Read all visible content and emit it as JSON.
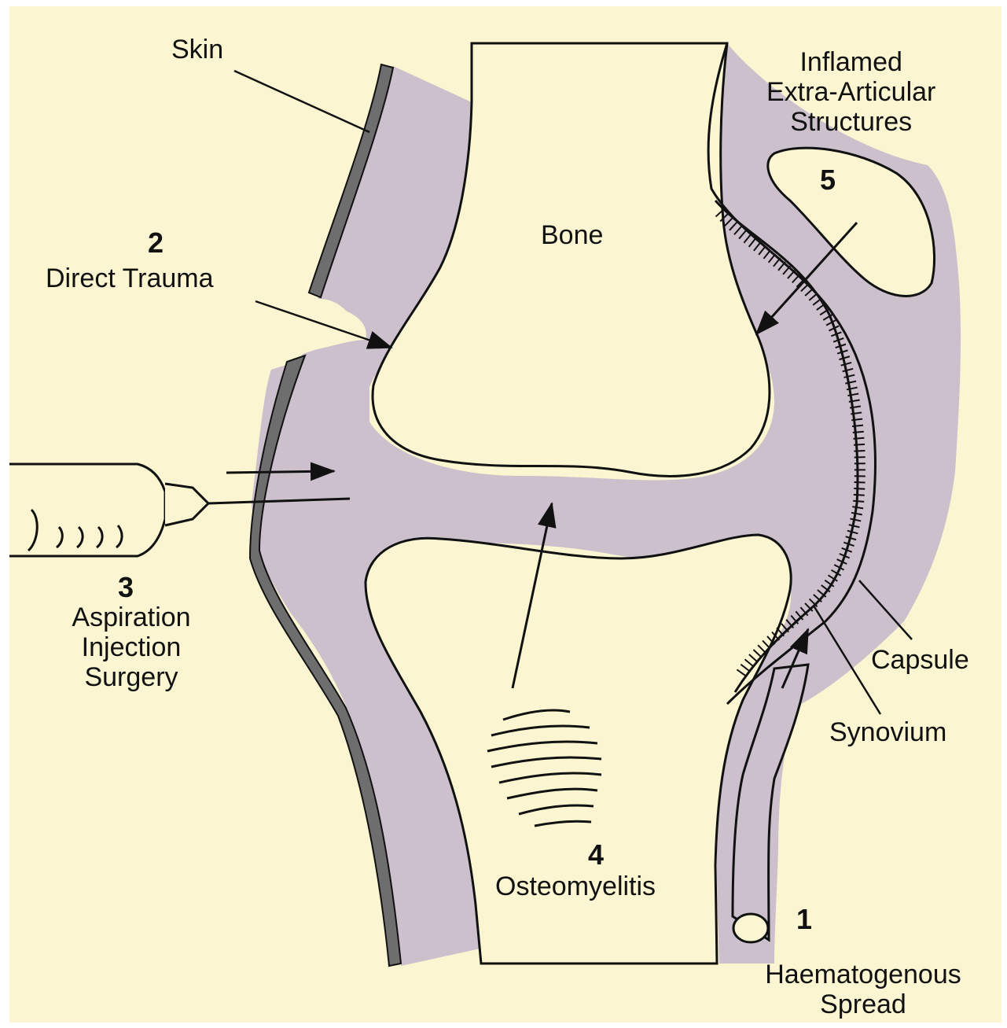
{
  "diagram": {
    "labels": {
      "skin": "Skin",
      "bone": "Bone",
      "inflamed": [
        "Inflamed",
        "Extra-Articular",
        "Structures"
      ],
      "capsule": "Capsule",
      "synovium": "Synovium"
    },
    "routes": [
      {
        "number": "1",
        "lines": [
          "Haematogenous",
          "Spread"
        ]
      },
      {
        "number": "2",
        "lines": [
          "Direct Trauma"
        ]
      },
      {
        "number": "3",
        "lines": [
          "Aspiration",
          "Injection",
          "Surgery"
        ]
      },
      {
        "number": "4",
        "lines": [
          "Osteomyelitis"
        ]
      },
      {
        "number": "5",
        "lines": []
      }
    ]
  },
  "colors": {
    "background": "#fbf5d2",
    "tissue": "#cbc0cb",
    "skin_band": "#6e6e6e",
    "outline": "#111111",
    "text": "#111111"
  }
}
